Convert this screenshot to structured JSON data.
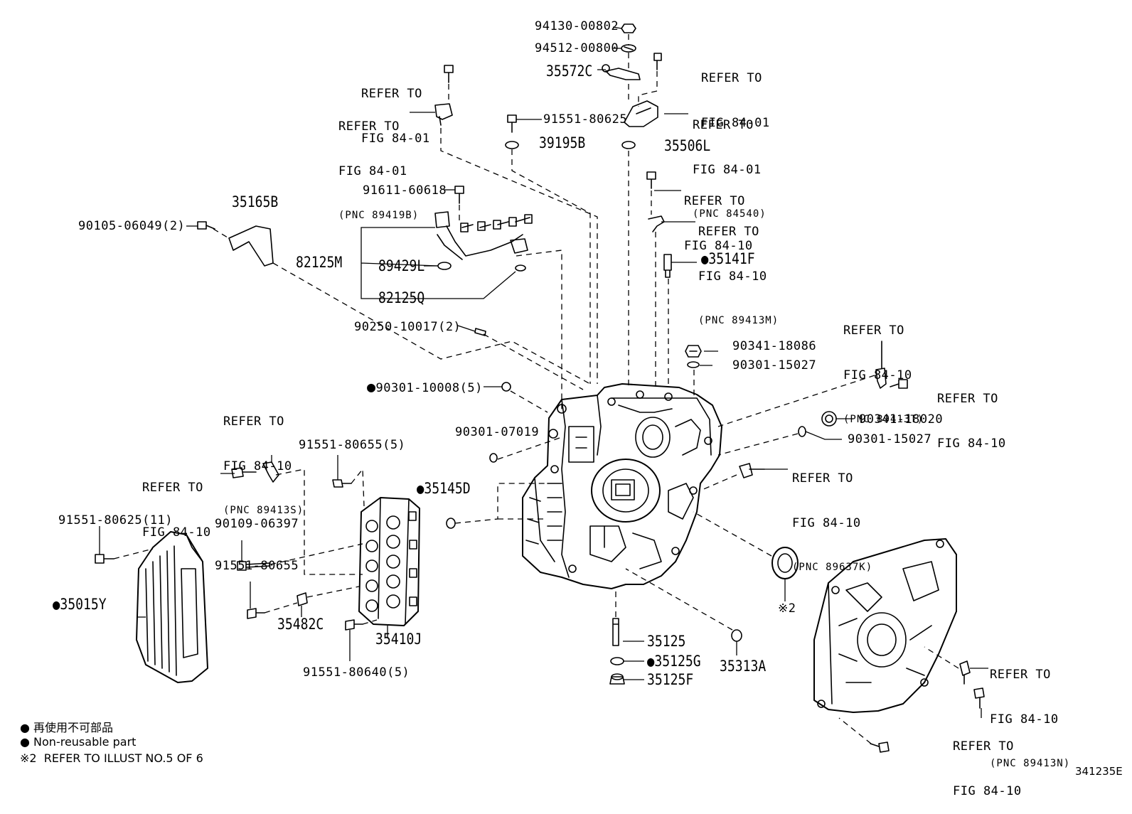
{
  "labels": {
    "p9413000802": "94130-00802",
    "p9451200800": "94512-00800",
    "p35572c": "35572C",
    "p9155180625a": "91551-80625",
    "p39195b": "39195B",
    "p35506l": "35506L",
    "p9161160618": "91611-60618",
    "p35165b": "35165B",
    "p9010506049": "90105-06049(2)",
    "p82125m": "82125M",
    "p89429l": "89429L",
    "p82125q": "82125Q",
    "p35141f": "35141F",
    "p9025010017": "90250-10017(2)",
    "p9034118086": "90341-18086",
    "p9030115027a": "90301-15027",
    "p9030110008": "90301-10008(5)",
    "p9030107019": "90301-07019",
    "p9034118020": "90341-18020",
    "p9030115027b": "90301-15027",
    "p9155180655_5": "91551-80655(5)",
    "p35145d": "35145D",
    "p9155180625_11": "91551-80625(11)",
    "p9010906397": "90109-06397",
    "p9155180655": "91551-80655",
    "p35015y": "35015Y",
    "p35482c": "35482C",
    "p35410j": "35410J",
    "p9155180640": "91551-80640(5)",
    "p35125": "35125",
    "p35125g": "35125G",
    "p35125f": "35125F",
    "p35313a": "35313A",
    "note2": "※2"
  },
  "refer": {
    "refer_to": "REFER TO",
    "fig_84_01": "FIG 84-01",
    "fig_84_10": "FIG 84-10",
    "pnc_89419b": "(PNC 89419B)",
    "pnc_84540": "(PNC 84540)",
    "pnc_89413m": "(PNC 89413M)",
    "pnc_89413t": "(PNC 89413T)",
    "pnc_89413s": "(PNC 89413S)",
    "pnc_89637k": "(PNC 89637K)",
    "pnc_89413n": "(PNC 89413N)"
  },
  "legend": {
    "non_reusable_jp": "● 再使用不可部品",
    "non_reusable_en": "● Non-reusable part",
    "note": "※2  REFER TO ILLUST NO.5 OF 6"
  },
  "illustration_id": "341235E",
  "bullet": "●"
}
